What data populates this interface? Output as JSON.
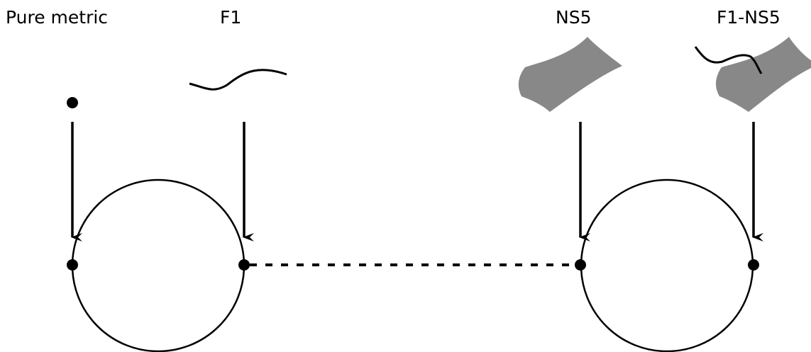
{
  "labels": {
    "pure_metric": "Pure metric",
    "f1": "F1",
    "ns5": "NS5",
    "f1_ns5": "F1-NS5"
  },
  "colors": {
    "stroke": "#000000",
    "brane_fill": "#888888",
    "background": "#ffffff"
  }
}
